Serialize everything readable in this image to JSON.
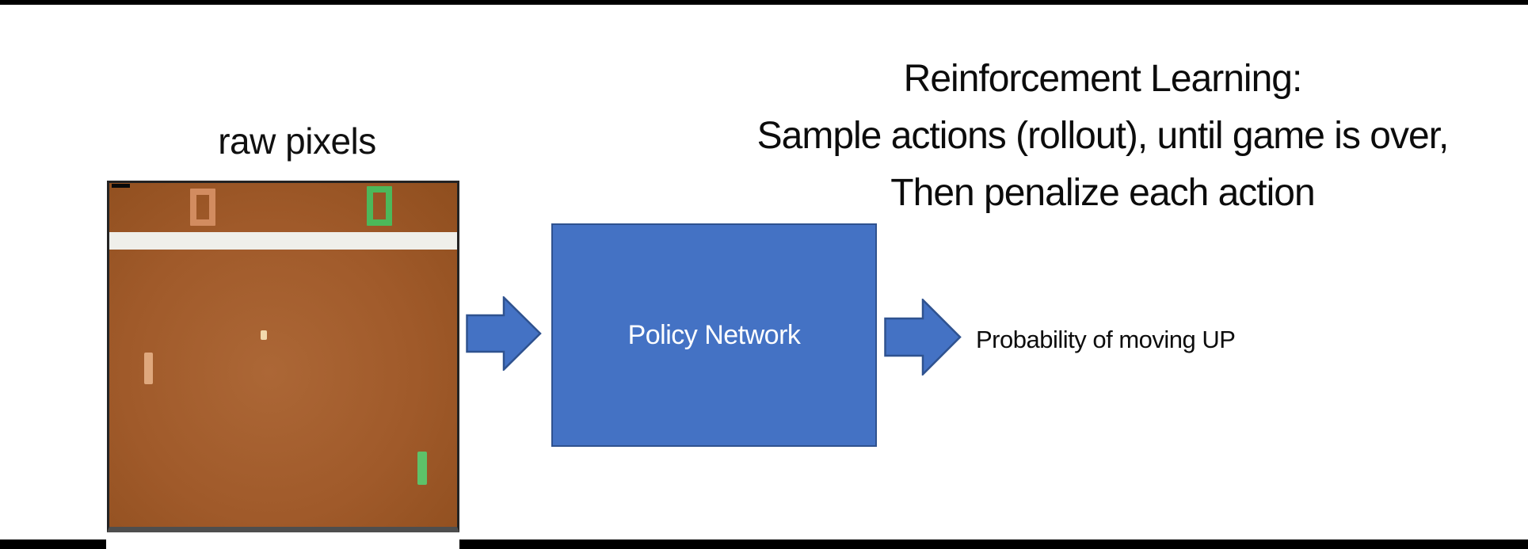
{
  "colors": {
    "accent": "#4472C4",
    "accent-border": "#2F528F",
    "pong-brown": "#A05A2A",
    "pong-brown-light": "#AC6736",
    "pong-brown-dark": "#8F4E1E",
    "pong-band": "#EFEFEA",
    "score-orange": "#D28C60",
    "score-green": "#4CB85A",
    "paddle-tan": "#DFA87D",
    "paddle-green": "#5DC269",
    "ball-cream": "#F2D9AC",
    "bar-black": "#000000",
    "text": "#111111"
  },
  "heading": {
    "lines": [
      "Reinforcement Learning:",
      "Sample actions (rollout), until game is over,",
      "Then penalize each action"
    ]
  },
  "pong": {
    "label": "raw pixels",
    "left_score": "0",
    "right_score": "0"
  },
  "pipeline": {
    "box_label": "Policy Network",
    "output_label": "Probability of moving UP",
    "icons": {
      "input_arrow": "block-arrow-right",
      "output_arrow": "block-arrow-right"
    }
  }
}
